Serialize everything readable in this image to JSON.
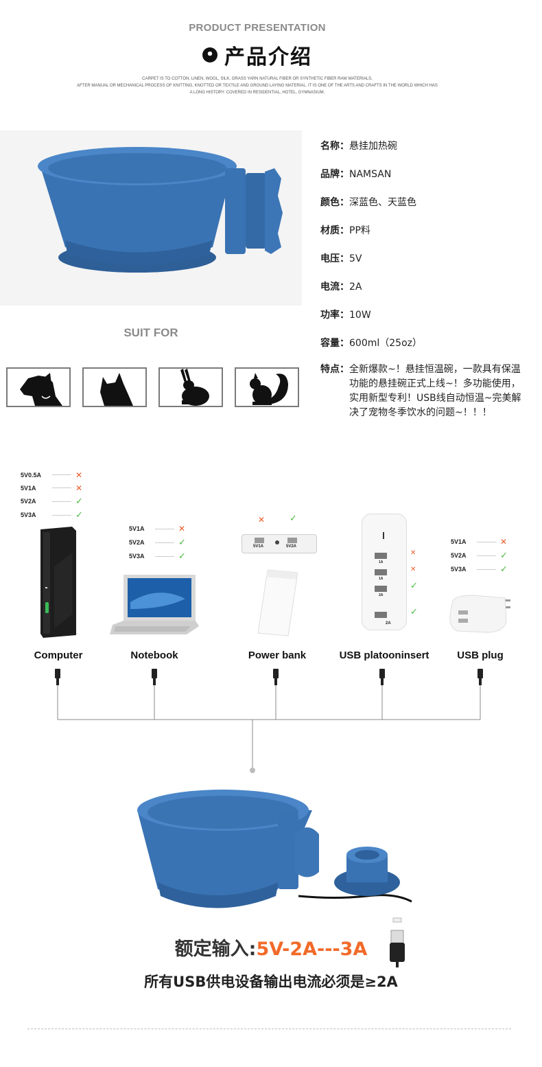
{
  "header": {
    "title_en": "PRODUCT PRESENTATION",
    "bullet": "•",
    "title_cn": "产品介绍",
    "small_text": [
      "CARPET IS TO COTTON, LINEN, WOOL, SILK, GRASS YARN NATURAL FIBER OR SYNTHETIC FIBER RAW MATERIALS,",
      "AFTER MANUAL OR MECHANICAL PROCESS OF KNITTING, KNOTTED OR TEXTILE AND GROUND LAYING MATERIAL. IT IS ONE OF THE ARTS AND CRAFTS IN THE WORLD WHICH HAS",
      "A LONG HISTORY. COVERED IN RESIDENTIAL, HOTEL, GYMNASIUM."
    ]
  },
  "specs": [
    {
      "key": "名称：",
      "value": "悬挂加热碗"
    },
    {
      "key": "品牌：",
      "value": "NAMSAN"
    },
    {
      "key": "颜色：",
      "value": "深蓝色、天蓝色"
    },
    {
      "key": "材质：",
      "value": "PP料"
    },
    {
      "key": "电压：",
      "value": "5V"
    },
    {
      "key": "电流：",
      "value": "2A"
    },
    {
      "key": "功率：",
      "value": "10W"
    },
    {
      "key": "容量：",
      "value": "600ml（25oz）"
    }
  ],
  "feature": {
    "key": "特点：",
    "value": "全新爆款~！悬挂恒温碗，一款具有保温功能的悬挂碗正式上线~！多功能使用，实用新型专利！USB线自动恒温~完美解决了宠物冬季饮水的问题~！！！"
  },
  "suit_for": {
    "title": "SUIT FOR",
    "animals": [
      "dog-icon",
      "cat-icon",
      "rabbit-icon",
      "squirrel-icon"
    ]
  },
  "power_options": {
    "computer": [
      {
        "label": "5V0.5A",
        "ok": false
      },
      {
        "label": "5V1A",
        "ok": false
      },
      {
        "label": "5V2A",
        "ok": true
      },
      {
        "label": "5V3A",
        "ok": true
      }
    ],
    "notebook": [
      {
        "label": "5V1A",
        "ok": false
      },
      {
        "label": "5V2A",
        "ok": true
      },
      {
        "label": "5V3A",
        "ok": true
      }
    ],
    "power_bank_ports": [
      {
        "label": "5V1A",
        "ok": false
      },
      {
        "label": "5V2A",
        "ok": true
      }
    ],
    "usb_strip_ports": [
      {
        "label": "1A",
        "ok": false
      },
      {
        "label": "1A",
        "ok": false
      },
      {
        "label": "2A",
        "ok": true
      },
      {
        "label": "2A",
        "ok": true
      }
    ],
    "usb_plug": [
      {
        "label": "5V1A",
        "ok": false
      },
      {
        "label": "5V2A",
        "ok": true
      },
      {
        "label": "5V3A",
        "ok": true
      }
    ]
  },
  "devices": [
    "Computer",
    "Notebook",
    "Power bank",
    "USB platooninsert",
    "USB plug"
  ],
  "rated": {
    "label": "额定输入:",
    "value": "5V-2A---3A",
    "note": "所有USB供电设备输出电流必须是≥2A"
  },
  "colors": {
    "bowl_blue": "#3f78b8",
    "accent_orange": "#f26a2a",
    "ok_green": "#4ab840",
    "x_red": "#ef5a2a"
  }
}
